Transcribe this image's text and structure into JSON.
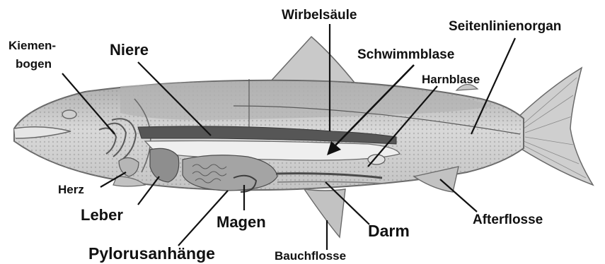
{
  "labels": {
    "kiemenbogen_1": "Kiemen-",
    "kiemenbogen_2": "bogen",
    "niere": "Niere",
    "wirbelsaeule": "Wirbelsäule",
    "seitenlinienorgan": "Seitenlinienorgan",
    "schwimmblase": "Schwimmblase",
    "harnblase": "Harnblase",
    "herz": "Herz",
    "leber": "Leber",
    "magen": "Magen",
    "darm": "Darm",
    "afterflosse": "Afterflosse",
    "pylorusanhaenge": "Pylorusanhänge",
    "bauchflosse": "Bauchflosse"
  },
  "colors": {
    "body_fill": "#d6d6d6",
    "back_fill": "#bdbdbd",
    "fin_fill": "#c8c8c8",
    "outline": "#6a6a6a",
    "organ_dark": "#585858",
    "organ_mid": "#9a9a9a",
    "organ_light": "#ededed",
    "label_text": "#111111",
    "leader_line": "#111111"
  }
}
